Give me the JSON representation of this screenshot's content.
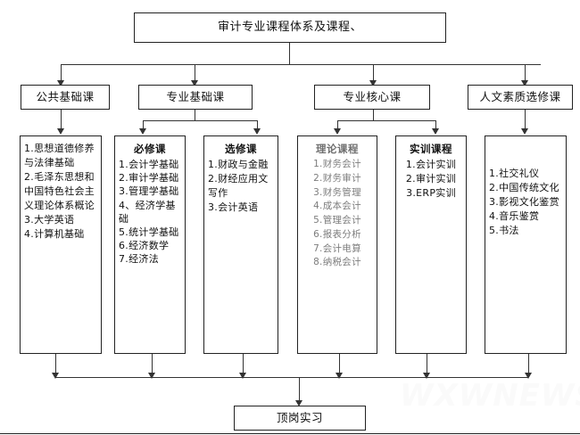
{
  "diagram": {
    "title_box": {
      "label": "审计专业课程体系及课程、"
    },
    "categories": [
      {
        "id": "public-basic",
        "label": "公共基础课"
      },
      {
        "id": "major-basic",
        "label": "专业基础课"
      },
      {
        "id": "major-core",
        "label": "专业核心课"
      },
      {
        "id": "humanities-elective",
        "label": "人文素质选修课"
      }
    ],
    "columns": [
      {
        "id": "public-basic-courses",
        "heading": "",
        "items": [
          "1.思想道德修养与法律基础",
          "2.毛泽东思想和中国特色社会主义理论体系概论",
          "3.大学英语",
          "4.计算机基础"
        ]
      },
      {
        "id": "required-courses",
        "heading": "必修课",
        "items": [
          "1.会计学基础 2.审计学基础",
          "3.管理学基础 4、经济学基础",
          "5.统计学基础 6.经济数学",
          "7.经济法"
        ]
      },
      {
        "id": "elective-courses",
        "heading": "选修课",
        "items": [
          "1.财政与金融",
          "2.财经应用文写作",
          "3.会计英语"
        ]
      },
      {
        "id": "theory-courses",
        "heading": "理论课程",
        "items": [
          "1.财务会计",
          "2.财务审计",
          "3.财务管理",
          "4.成本会计",
          "5.管理会计",
          "6.报表分析",
          "7.会计电算",
          "8.纳税会计"
        ]
      },
      {
        "id": "practical-training-courses",
        "heading": "实训课程",
        "items": [
          "1.会计实训",
          "2.审计实训",
          "3.ERP实训"
        ]
      },
      {
        "id": "humanities-courses",
        "heading": "",
        "items": [
          "1.社交礼仪",
          "2.中国传统文化",
          "3.影视文化鉴赏",
          "4.音乐鉴赏",
          "5.书法"
        ]
      }
    ],
    "bottom_box": {
      "label": "顶岗实习"
    },
    "watermark": {
      "text": "WXWNEWS"
    },
    "colors": {
      "line": "#333333",
      "box_border": "#222222",
      "background": "#ffffff",
      "text": "#111111",
      "faint_text": "#7d7d7d",
      "watermark": "#fafafa"
    }
  }
}
